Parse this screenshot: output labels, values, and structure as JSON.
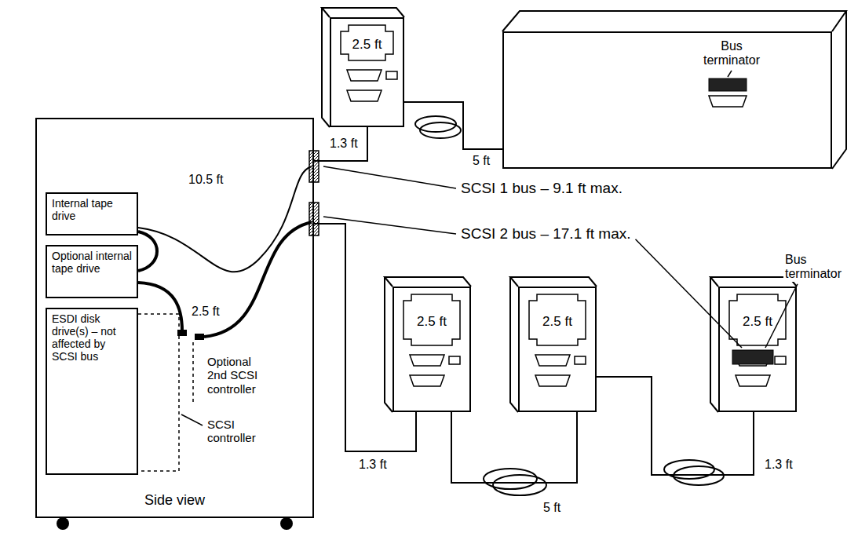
{
  "diagram": {
    "nodes": [
      {
        "text": [
          "Side view"
        ]
      },
      {
        "text": [
          "Internal tape drive"
        ],
        "in": 0
      },
      {
        "text": [
          "Optional internal tape drive"
        ],
        "in": 0
      },
      {
        "text": [
          "ESDI disk drive(s) – not affected by SCSI bus"
        ],
        "in": 0
      },
      {
        "text": [
          "2.5 ft"
        ]
      },
      {
        "text": [
          "Bus terminator"
        ]
      },
      {
        "text": [
          "2.5 ft"
        ]
      },
      {
        "text": [
          "2.5 ft"
        ]
      },
      {
        "text": [
          "2.5 ft"
        ]
      }
    ],
    "edges": [
      {
        "from": 0,
        "to": 4,
        "arrow": "none",
        "label": "1.3 ft"
      },
      {
        "from": 4,
        "to": 5,
        "arrow": "none",
        "label": "5 ft"
      },
      {
        "from": 0,
        "to": 6,
        "arrow": "none",
        "label": "1.3 ft"
      },
      {
        "from": 6,
        "to": 7,
        "arrow": "none",
        "label": "5 ft"
      },
      {
        "from": 7,
        "to": 8,
        "arrow": "none",
        "label": "1.3 ft"
      }
    ],
    "labels": [
      "10.5 ft",
      "2.5 ft",
      "SCSI 1 bus – 9.1 ft max.",
      "SCSI 2 bus – 17.1 ft max.",
      "Optional 2nd SCSI controller",
      "SCSI controller",
      "Bus terminator"
    ]
  }
}
